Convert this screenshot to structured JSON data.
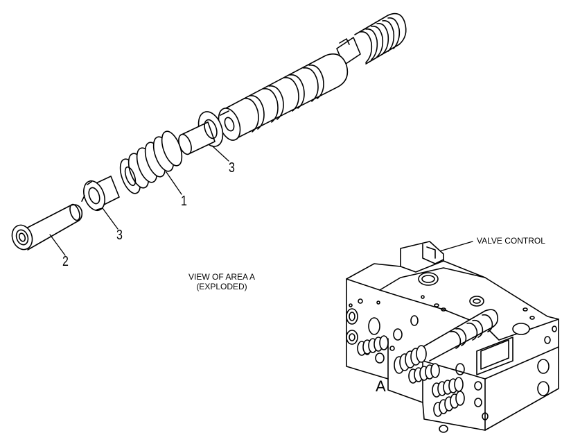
{
  "view": {
    "title": "VIEW OF AREA A",
    "subtitle": "(EXPLODED)"
  },
  "callouts": {
    "spring": "1",
    "tube": "2",
    "retainer_right": "3",
    "retainer_left": "3"
  },
  "valve_control_label": "VALVE CONTROL",
  "area_label": "A"
}
